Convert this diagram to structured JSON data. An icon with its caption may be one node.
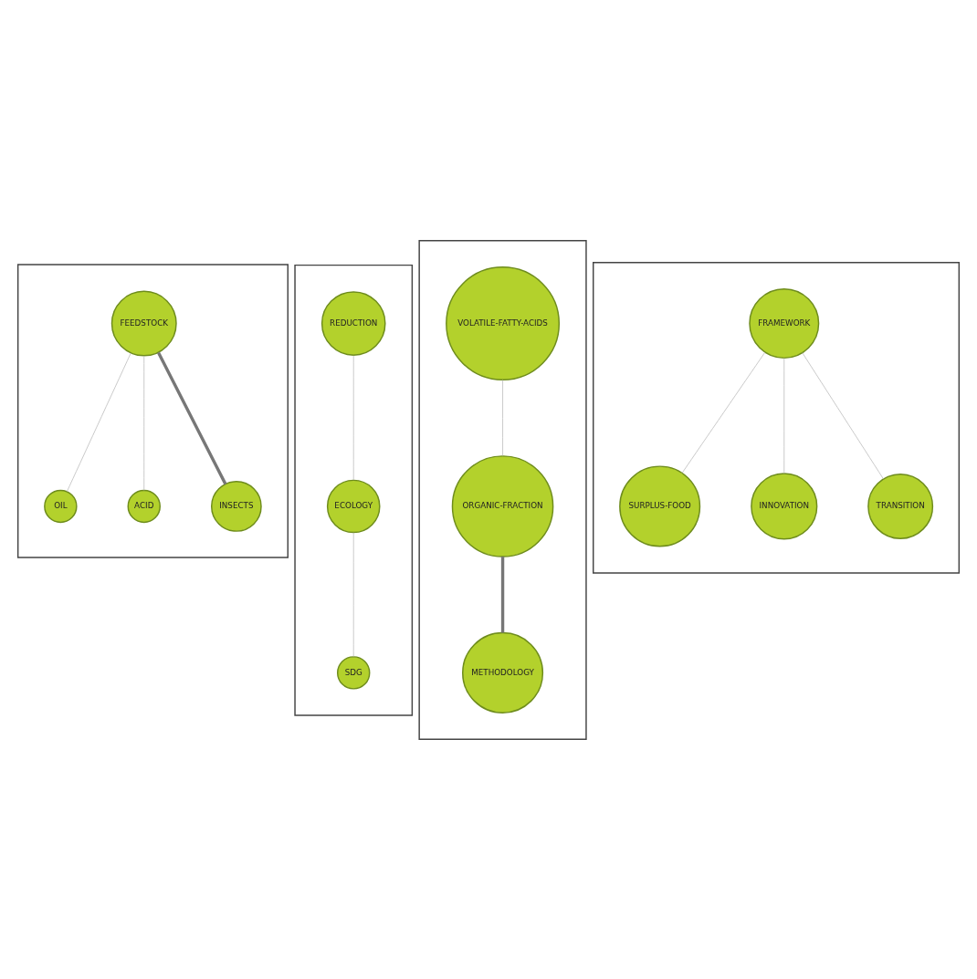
{
  "diagram": {
    "nodes": [
      {
        "text": [],
        "shape": "box"
      },
      {
        "text": [
          "OIL"
        ],
        "in": 0
      },
      {
        "text": [
          "FEEDSTOCK"
        ],
        "in": 0
      },
      {
        "text": [
          "ACID"
        ],
        "in": 0
      },
      {
        "text": [
          "INSECTS"
        ],
        "in": 0
      },
      {
        "text": [],
        "shape": "box"
      },
      {
        "text": [
          "REDUCTION"
        ],
        "in": 5
      },
      {
        "text": [
          "ECOLOGY"
        ],
        "in": 5
      },
      {
        "text": [
          "SDG"
        ],
        "in": 5
      },
      {
        "text": [],
        "shape": "box"
      },
      {
        "text": [
          "VOLATILE-FATTY-ACIDS"
        ],
        "in": 9
      },
      {
        "text": [
          "ORGANIC-FRACTION"
        ],
        "in": 9
      },
      {
        "text": [
          "METHODOLOGY"
        ],
        "in": 9
      },
      {
        "text": [],
        "shape": "box"
      },
      {
        "text": [
          "SURPLUS-FOOD"
        ],
        "in": 13
      },
      {
        "text": [
          "FRAMEWORK"
        ],
        "in": 13
      },
      {
        "text": [
          "INNOVATION"
        ],
        "in": 13
      },
      {
        "text": [
          "TRANSITION"
        ],
        "in": 13
      }
    ],
    "edges": [
      {
        "from": 2,
        "to": 1,
        "arrow": "none"
      },
      {
        "from": 2,
        "to": 3,
        "arrow": "none"
      },
      {
        "from": 2,
        "to": 4,
        "arrow": "none",
        "style": "thick",
        "color": "#777777"
      },
      {
        "from": 6,
        "to": 7,
        "arrow": "none"
      },
      {
        "from": 7,
        "to": 8,
        "arrow": "none"
      },
      {
        "from": 10,
        "to": 11,
        "arrow": "none"
      },
      {
        "from": 11,
        "to": 12,
        "arrow": "none",
        "style": "thick",
        "color": "#777777"
      },
      {
        "from": 15,
        "to": 14,
        "arrow": "none"
      },
      {
        "from": 15,
        "to": 16,
        "arrow": "none"
      },
      {
        "from": 15,
        "to": 17,
        "arrow": "none"
      }
    ]
  }
}
